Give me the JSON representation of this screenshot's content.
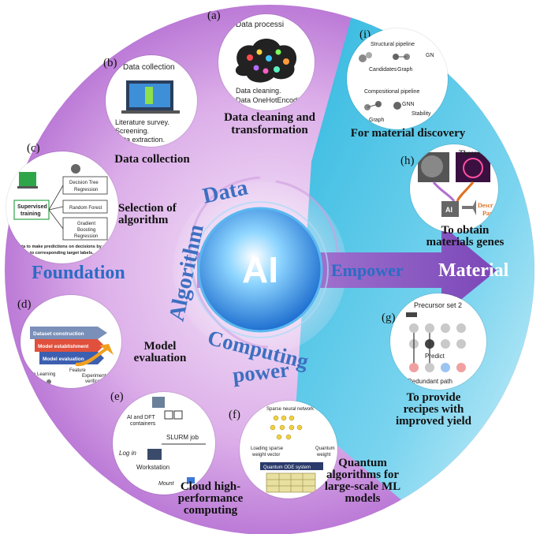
{
  "center": {
    "label": "AI"
  },
  "core_words": {
    "data": "Data",
    "algorithm": "Algorithm",
    "computing": "Computing",
    "power": "power"
  },
  "sections": {
    "foundation": "Foundation",
    "empower": "Empower",
    "material": "Material"
  },
  "items": {
    "a": {
      "letter": "(a)",
      "caption_line1": "Data cleaning and",
      "caption_line2": "transformation",
      "thumb_title": "Data processi",
      "thumb_line1": "Data cleaning.",
      "thumb_line2": "Data OneHotEncodin"
    },
    "b": {
      "letter": "(b)",
      "caption": "Data collection",
      "thumb_title": "Data collection",
      "thumb_line1": "Literature survey.",
      "thumb_line2": "Screening.",
      "thumb_line3": "Data extraction."
    },
    "c": {
      "letter": "(c)",
      "caption_line1": "Selection of",
      "caption_line2": "algorithm",
      "thumb_box1": "Supervised",
      "thumb_box1b": "training",
      "thumb_opt1": "Decision Tree",
      "thumb_opt1b": "Regression",
      "thumb_opt2": "Random Forest",
      "thumb_opt3": "Gradient",
      "thumb_opt3b": "Boosting",
      "thumb_opt3c": "Regression",
      "thumb_foot1": "d data to make predictions on decisions by m",
      "thumb_foot2": "to corresponding target labels."
    },
    "d": {
      "letter": "(d)",
      "caption_line1": "Model",
      "caption_line2": "evaluation",
      "thumb_s1": "Dataset construction",
      "thumb_s2": "Model establishment",
      "thumb_s3": "Model evaluation",
      "thumb_s4": "Feature",
      "thumb_s5": "Experimental",
      "thumb_s5b": "verification",
      "thumb_s6": "hine Learning"
    },
    "e": {
      "letter": "(e)",
      "caption_line1": "Cloud high-",
      "caption_line2": "performance",
      "caption_line3": "computing",
      "thumb_t1": "AI and DFT",
      "thumb_t1b": "containers",
      "thumb_t2": "SLURM job",
      "thumb_t3": "Log in",
      "thumb_t4": "Workstation",
      "thumb_t5": "Mount"
    },
    "f": {
      "letter": "(f)",
      "caption_line1": "Quantum",
      "caption_line2": "algorithms for",
      "caption_line3": "large-scale ML",
      "caption_line4": "models",
      "thumb_t1": "Sparse neural network",
      "thumb_t2": "Loading sparse",
      "thumb_t2b": "weight vector",
      "thumb_t3": "Quantum ODE system",
      "thumb_t4": "Quantum",
      "thumb_t4b": "weight"
    },
    "g": {
      "letter": "(g)",
      "caption_line1": "To provide",
      "caption_line2": "recipes with",
      "caption_line3": "improved yield",
      "thumb_t1": "Precursor set 2",
      "thumb_t2": "Predict",
      "thumb_t3": "Redundant path"
    },
    "h": {
      "letter": "(h)",
      "caption_line1": "To obtain",
      "caption_line2": "materials genes",
      "thumb_t1": "Theore",
      "thumb_t2": "AI",
      "thumb_t3": "Descr",
      "thumb_t3b": "Para"
    },
    "i": {
      "letter": "(i)",
      "caption": "For material discovery",
      "thumb_t1": "Structural pipeline",
      "thumb_t2": "Candidates",
      "thumb_t3": "Graph",
      "thumb_t4": "GN",
      "thumb_t5": "Compositional pipeline",
      "thumb_t6": "GNN",
      "thumb_t7": "Stability",
      "thumb_t8": "Graph"
    }
  },
  "colors": {
    "foundation_blue": "#2b6cc4",
    "material_white": "#ffffff",
    "core_blue": "#2f7fd8",
    "left_purple": "#b26fd0",
    "right_cyan": "#3bbde0"
  }
}
